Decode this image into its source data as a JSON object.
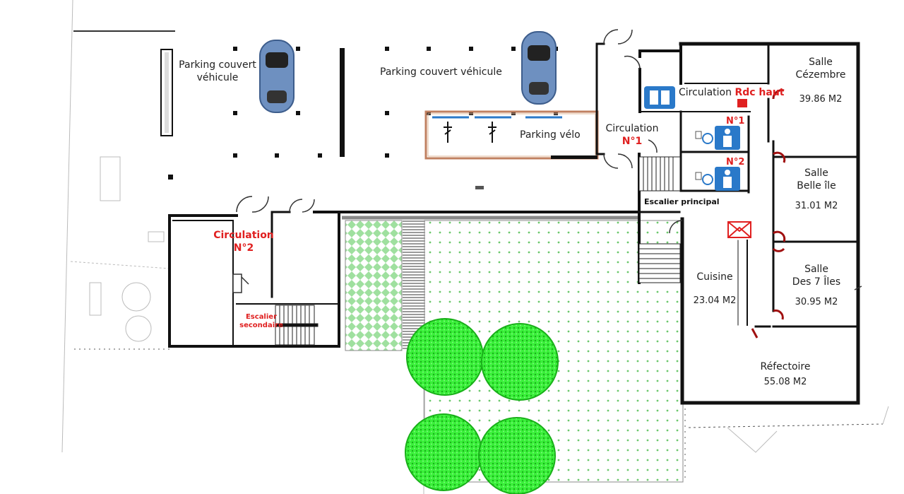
{
  "parking": {
    "left_line1": "Parking couvert",
    "left_line2": "véhicule",
    "center": "Parking couvert véhicule",
    "bike": "Parking vélo"
  },
  "circulation_rdc": {
    "label": "Circulation",
    "suffix": "Rdc haut"
  },
  "circulation_n1": {
    "label": "Circulation",
    "number": "N°1"
  },
  "circulation_n2": {
    "line1": "Circulation",
    "line2": "N°2"
  },
  "wc": {
    "n1": "N°1",
    "n2": "N°2"
  },
  "stairs": {
    "main": "Escalier principal",
    "secondary_line1": "Escalier",
    "secondary_line2": "secondaire"
  },
  "rooms": {
    "cezembre": {
      "line1": "Salle",
      "line2": "Cézembre",
      "area": "39.86 M2"
    },
    "belle_ile": {
      "line1": "Salle",
      "line2": "Belle île",
      "area": "31.01 M2"
    },
    "sept_iles": {
      "line1": "Salle",
      "line2": "Des 7 Îles",
      "area": "30.95 M2"
    },
    "cuisine": {
      "name": "Cuisine",
      "area": "23.04 M2"
    },
    "refectoire": {
      "name": "Réfectoire",
      "area": "55.08 M2"
    }
  },
  "colors": {
    "wall": "#111111",
    "label_red": "#e02020",
    "tree": "#2ee82e",
    "lawn": "#7ccf7c",
    "car": "#6e90c0",
    "bike_rack": "#c08060",
    "sign_blue": "#2a79c9"
  }
}
